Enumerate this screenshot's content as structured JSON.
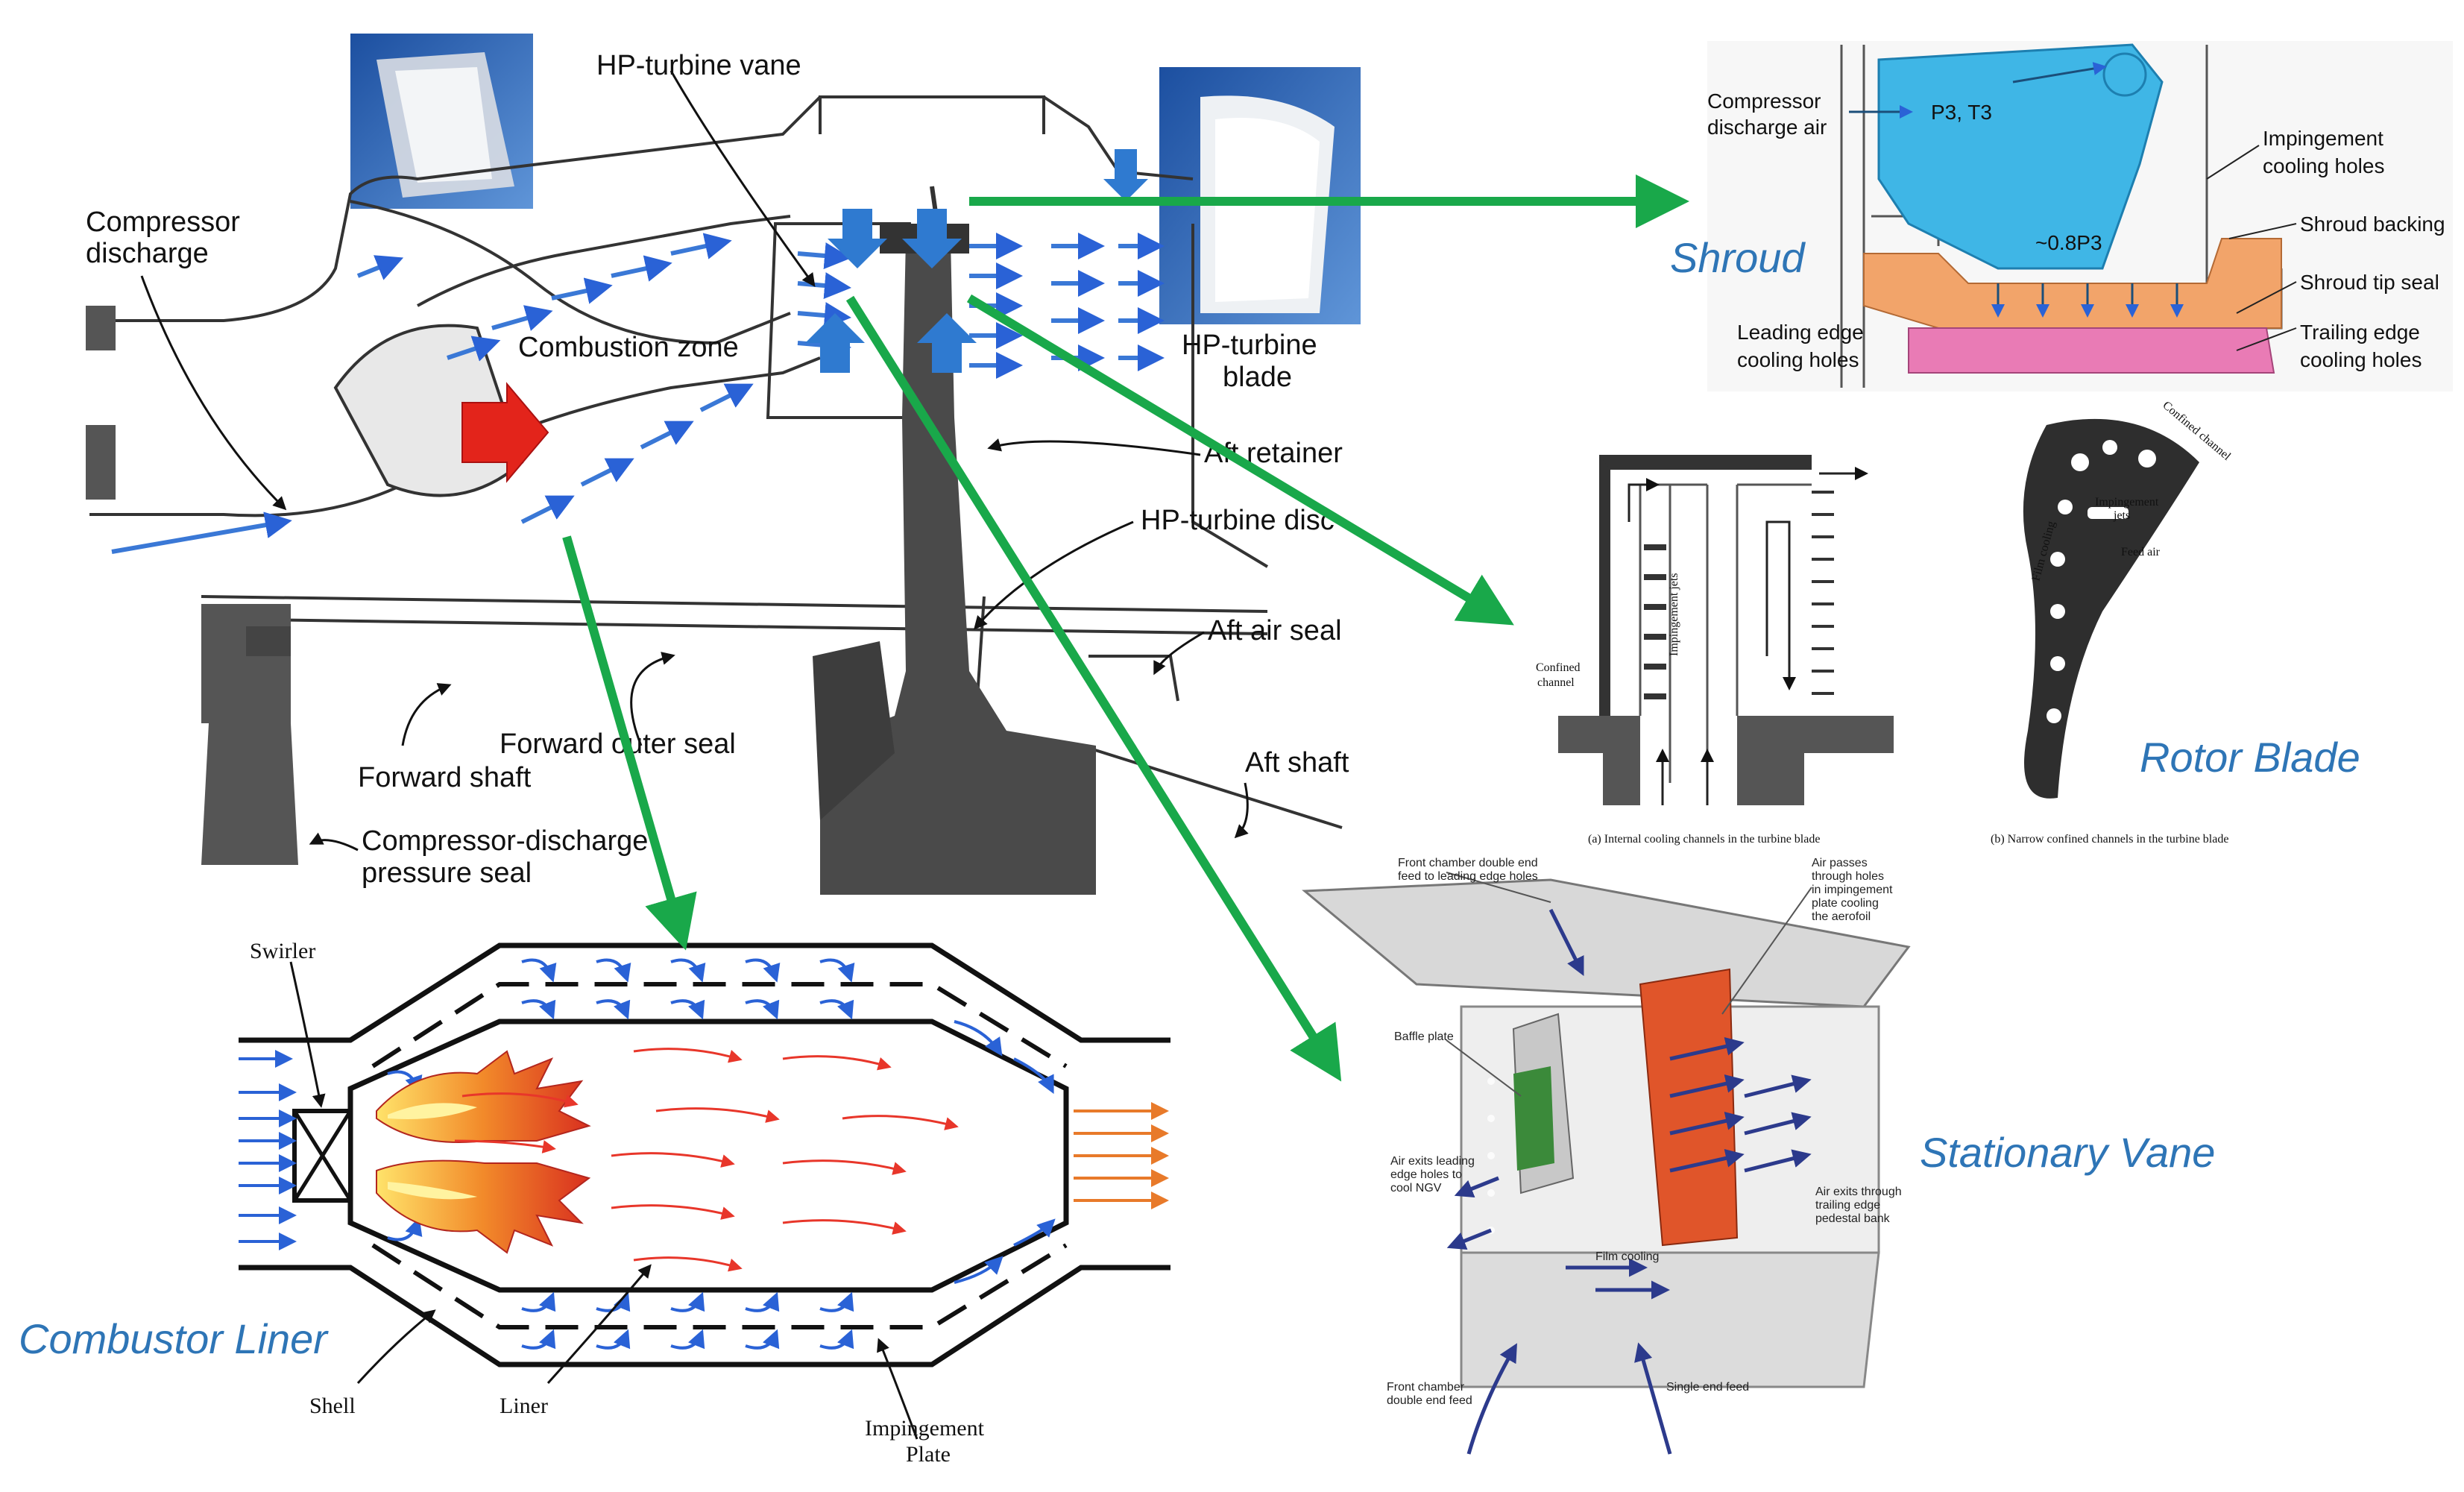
{
  "engine": {
    "labels": {
      "hp_turbine_vane": "HP-turbine vane",
      "compressor_discharge_1": "Compressor",
      "compressor_discharge_2": "discharge",
      "combustion_zone": "Combustion zone",
      "hp_turbine_blade_1": "HP-turbine",
      "hp_turbine_blade_2": "blade",
      "aft_retainer": "Aft retainer",
      "hp_turbine_disc": "HP-turbine disc",
      "aft_air_seal": "Aft air seal",
      "forward_outer_seal": "Forward outer seal",
      "forward_shaft": "Forward shaft",
      "aft_shaft": "Aft shaft",
      "cd_pressure_seal_1": "Compressor-discharge",
      "cd_pressure_seal_2": "pressure seal"
    }
  },
  "shroud": {
    "title": "Shroud",
    "labels": {
      "compressor_air_1": "Compressor",
      "compressor_air_2": "discharge air",
      "p3t3": "P3, T3",
      "p08": "~0.8P3",
      "impingement_1": "Impingement",
      "impingement_2": "cooling holes",
      "shroud_backing": "Shroud backing",
      "shroud_tip_seal": "Shroud tip seal",
      "leading_edge_1": "Leading edge",
      "leading_edge_2": "cooling holes",
      "trailing_edge_1": "Trailing edge",
      "trailing_edge_2": "cooling holes"
    }
  },
  "rotor": {
    "title": "Rotor Blade",
    "labels": {
      "confined_1": "Confined",
      "confined_2": "channel",
      "impingement_jets": "Impingement jets",
      "caption_a": "(a) Internal cooling channels in the turbine blade",
      "caption_b": "(b) Narrow confined channels in the turbine blade",
      "confined_channel_b": "Confined channel",
      "impingement_jets_b1": "Impingement",
      "impingement_jets_b2": "jets",
      "feed_air": "Feed air",
      "film_cooling": "Film cooling"
    }
  },
  "vane": {
    "title": "Stationary Vane",
    "labels": {
      "front_chamber_1": "Front chamber double end",
      "front_chamber_2": "feed to leading edge holes",
      "air_passes_1": "Air passes",
      "air_passes_2": "through holes",
      "air_passes_3": "in impingement",
      "air_passes_4": "plate cooling",
      "air_passes_5": "the aerofoil",
      "baffle_plate": "Baffle plate",
      "air_exits_le_1": "Air exits leading",
      "air_exits_le_2": "edge holes to",
      "air_exits_le_3": "cool NGV",
      "air_exits_te_1": "Air exits through",
      "air_exits_te_2": "trailing edge",
      "air_exits_te_3": "pedestal bank",
      "film_cooling": "Film cooling",
      "front_double_1": "Front chamber",
      "front_double_2": "double end feed",
      "single_end_feed": "Single end feed"
    }
  },
  "combustor": {
    "title": "Combustor Liner",
    "labels": {
      "swirler": "Swirler",
      "shell": "Shell",
      "liner": "Liner",
      "impingement_1": "Impingement",
      "impingement_2": "Plate"
    }
  },
  "colors": {
    "green_arrow": "#19a84a",
    "title_blue": "#2e75b6",
    "air_blue": "#2a62d6",
    "hot_red": "#e8362a",
    "shroud_blue": "#3fb6e6",
    "shroud_orange": "#f2a46a",
    "shroud_pink": "#e97bb5",
    "vane_orange": "#e0552a",
    "vane_green": "#3b8a3a"
  }
}
